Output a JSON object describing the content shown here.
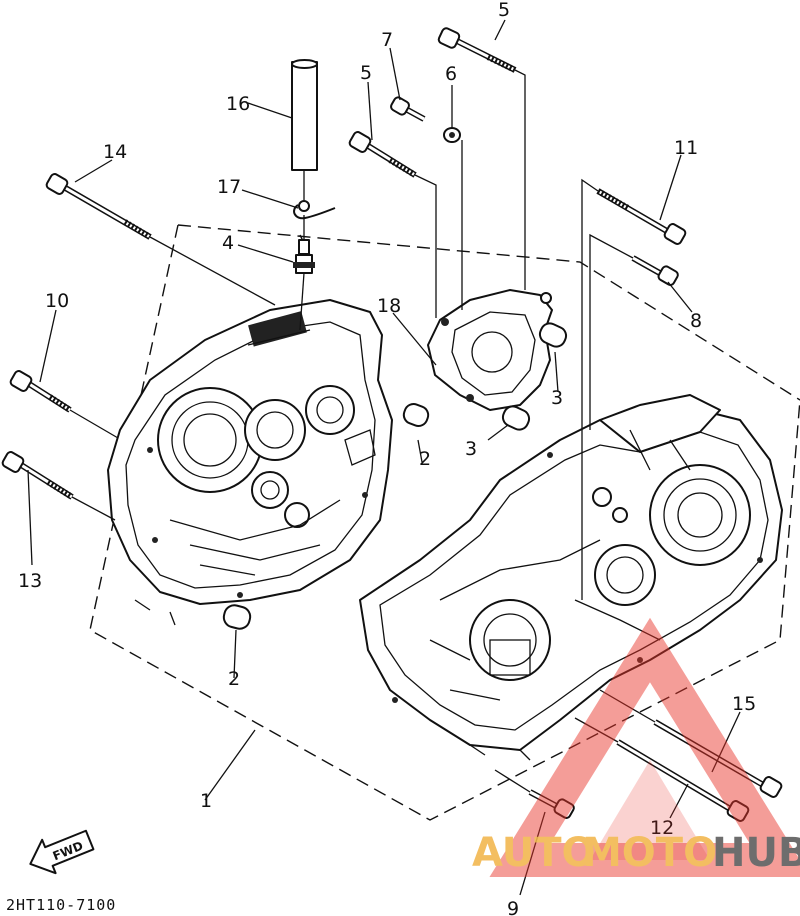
{
  "part_labels": {
    "p1": "1",
    "p2a": "2",
    "p2b": "2",
    "p3a": "3",
    "p3b": "3",
    "p4": "4",
    "p5a": "5",
    "p5b": "5",
    "p6": "6",
    "p7": "7",
    "p8": "8",
    "p9": "9",
    "p10": "10",
    "p11": "11",
    "p12": "12",
    "p13": "13",
    "p14": "14",
    "p15": "15",
    "p16": "16",
    "p17": "17",
    "p18": "18"
  },
  "fwd_label": "FWD",
  "diagram_code": "2HT110-7100",
  "watermark": {
    "word1": "AUTO",
    "word2": "MOTO",
    "word3": "HUB",
    "color_auto": "#f2b64c",
    "color_moto": "#f2b64c",
    "color_hub": "#5a5a5a",
    "triangle_color": "#e8342a"
  }
}
